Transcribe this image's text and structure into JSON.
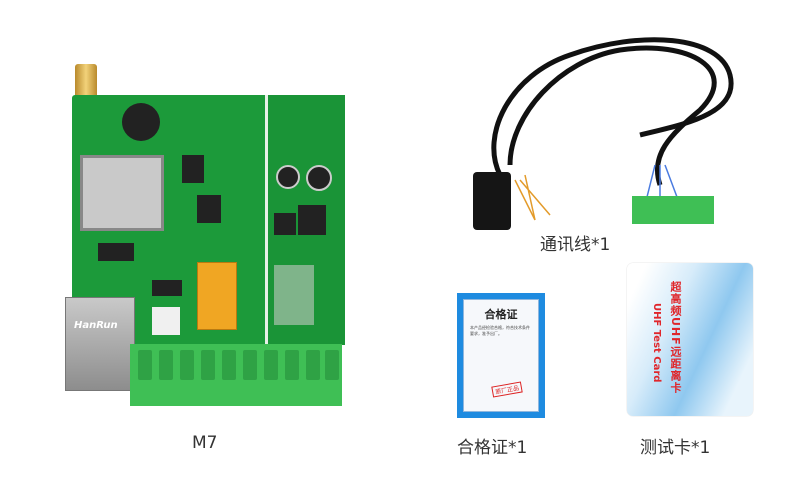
{
  "products": {
    "board": {
      "caption": "M7",
      "jack_label": "HanRun"
    },
    "cable": {
      "caption": "通讯线*1"
    },
    "certificate": {
      "caption": "合格证*1",
      "title": "合格证",
      "body": "本产品经检验合格，符合技术条件要求，准予出厂。",
      "stamp": "原厂正品"
    },
    "test_card": {
      "caption": "测试卡*1",
      "title_cn": "超高频UHF远距离卡",
      "title_en": "UHF Test Card"
    }
  }
}
